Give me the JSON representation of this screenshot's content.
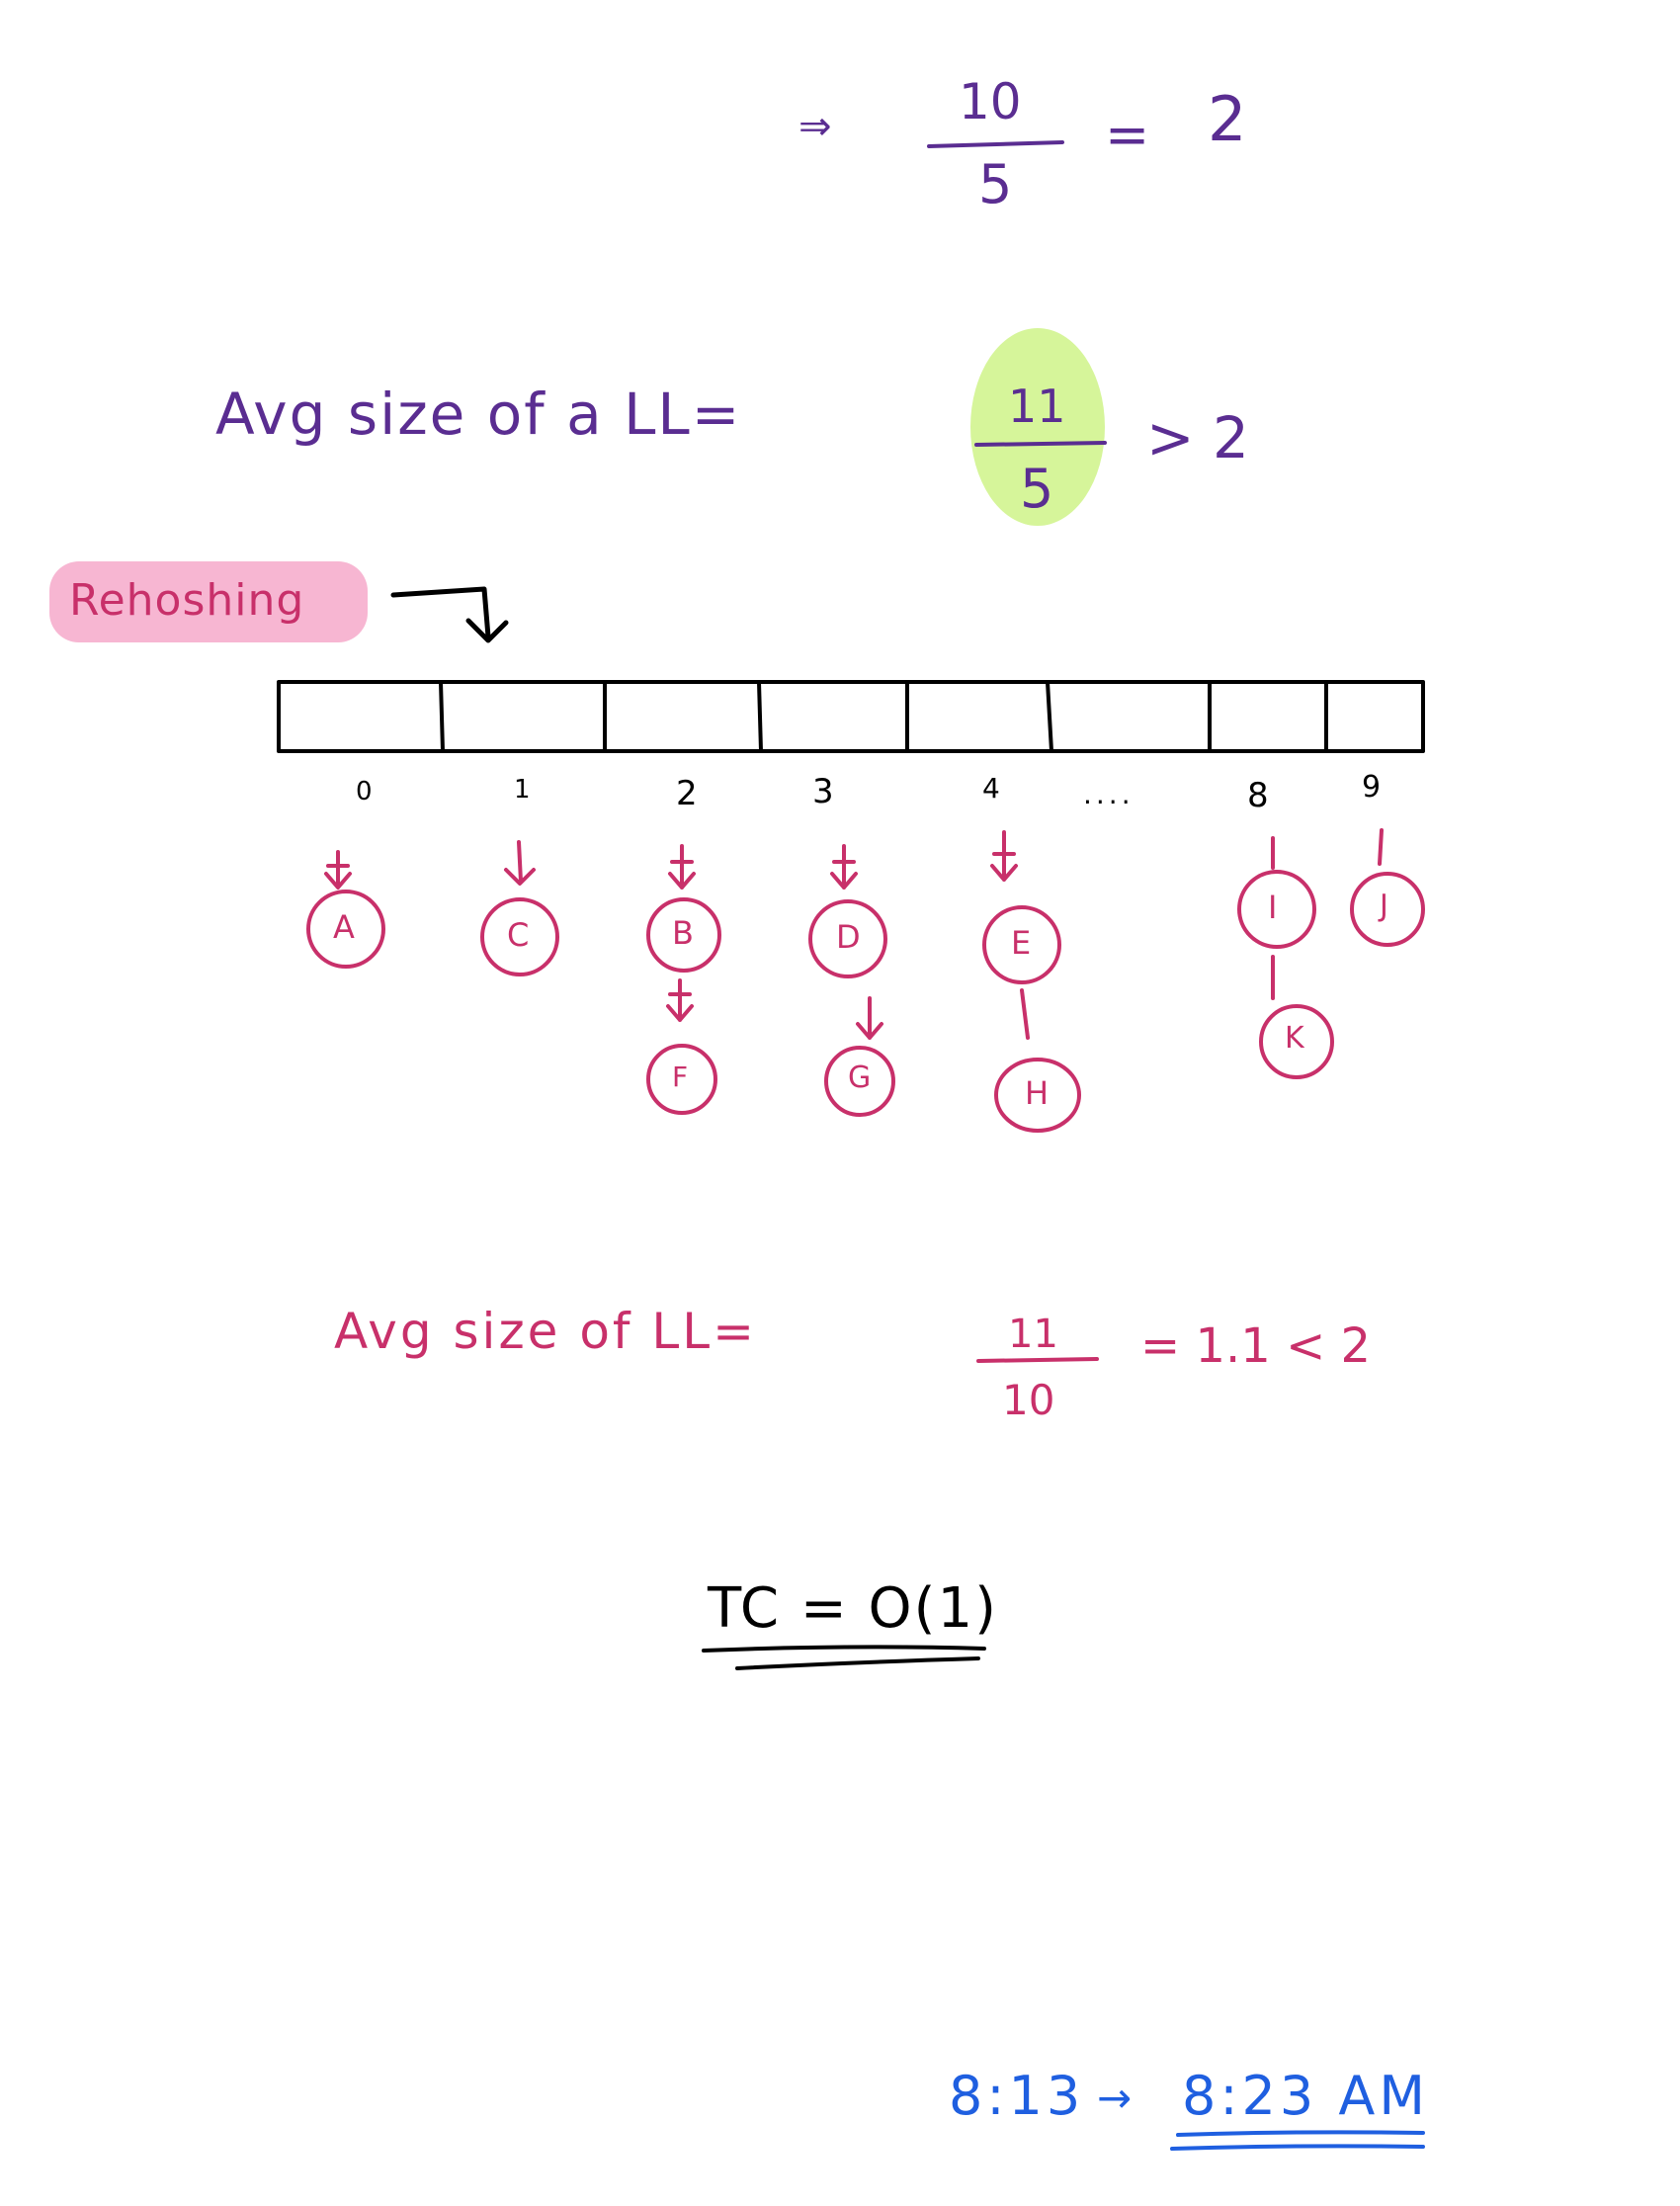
{
  "top_eq": {
    "arrow": "⇒",
    "numerator": "10",
    "denominator": "5",
    "equals": "=",
    "result": "2"
  },
  "avg_before": {
    "label": "Avg size of a LL=",
    "numerator": "11",
    "denominator": "5",
    "comparison": "> 2"
  },
  "rehash": {
    "label": "Rehoshing"
  },
  "array": {
    "indices": [
      "0",
      "1",
      "2",
      "3",
      "4",
      "....",
      "8",
      "9"
    ],
    "chains": [
      {
        "index": "0",
        "nodes": [
          "A"
        ]
      },
      {
        "index": "1",
        "nodes": [
          "C"
        ]
      },
      {
        "index": "2",
        "nodes": [
          "B",
          "F"
        ]
      },
      {
        "index": "3",
        "nodes": [
          "D",
          "G"
        ]
      },
      {
        "index": "4",
        "nodes": [
          "E",
          "H"
        ]
      },
      {
        "index": "8",
        "nodes": [
          "I",
          "K"
        ]
      },
      {
        "index": "9",
        "nodes": [
          "J"
        ]
      }
    ]
  },
  "avg_after": {
    "label": "Avg size of LL=",
    "numerator": "11",
    "denominator": "10",
    "result": "= 1.1 < 2"
  },
  "complexity": {
    "text": "TC = O(1)"
  },
  "timestamp": {
    "start": "8:13",
    "arrow": "→",
    "end": "8:23 AM"
  },
  "colors": {
    "purple_ink": "#5a2d91",
    "pink_ink": "#c8306a",
    "blue_ink": "#1f5fe0",
    "pink_highlight": "#f7b6d2",
    "green_highlight": "#d6f59a"
  }
}
